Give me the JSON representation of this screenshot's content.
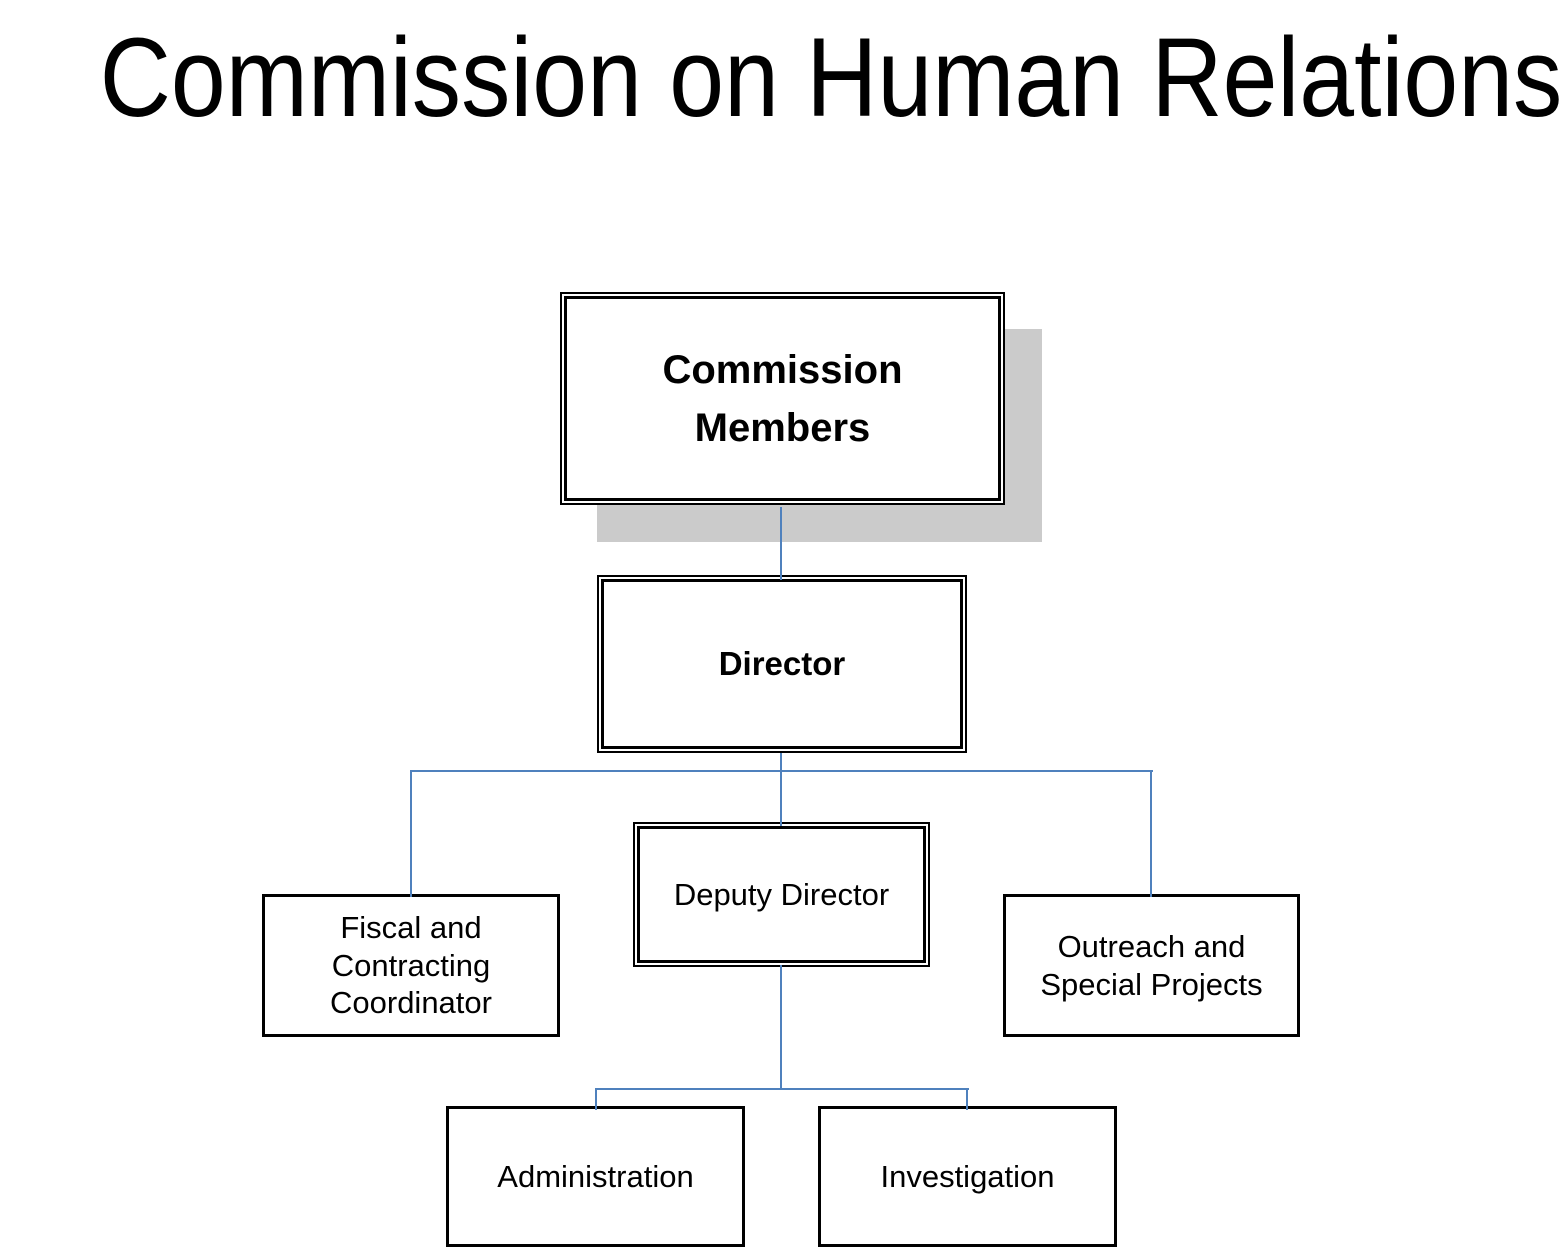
{
  "title": "Commission on Human Relations",
  "org_chart": {
    "nodes": {
      "commission_members": {
        "label": [
          "Commission",
          "Members"
        ],
        "border": "double",
        "emphasis": "bold",
        "shadow": true
      },
      "director": {
        "label": "Director",
        "border": "double",
        "emphasis": "bold",
        "shadow": false
      },
      "deputy_director": {
        "label": "Deputy Director",
        "border": "double",
        "emphasis": "regular",
        "shadow": false
      },
      "fiscal_contracting_coordinator": {
        "label": [
          "Fiscal and",
          "Contracting",
          "Coordinator"
        ],
        "border": "single",
        "emphasis": "regular",
        "shadow": false
      },
      "outreach_special_projects": {
        "label": [
          "Outreach and",
          "Special Projects"
        ],
        "border": "single",
        "emphasis": "regular",
        "shadow": false
      },
      "administration": {
        "label": "Administration",
        "border": "single",
        "emphasis": "regular",
        "shadow": false
      },
      "investigation": {
        "label": "Investigation",
        "border": "single",
        "emphasis": "regular",
        "shadow": false
      }
    },
    "edges": [
      {
        "from": "commission_members",
        "to": "director"
      },
      {
        "from": "director",
        "to": "fiscal_contracting_coordinator"
      },
      {
        "from": "director",
        "to": "deputy_director"
      },
      {
        "from": "director",
        "to": "outreach_special_projects"
      },
      {
        "from": "deputy_director",
        "to": "administration"
      },
      {
        "from": "deputy_director",
        "to": "investigation"
      }
    ]
  },
  "colors": {
    "connector_blue": "#4f81bd",
    "shadow_gray": "#cbcbcb",
    "border_black": "#000000",
    "background": "#ffffff",
    "text": "#000000"
  }
}
